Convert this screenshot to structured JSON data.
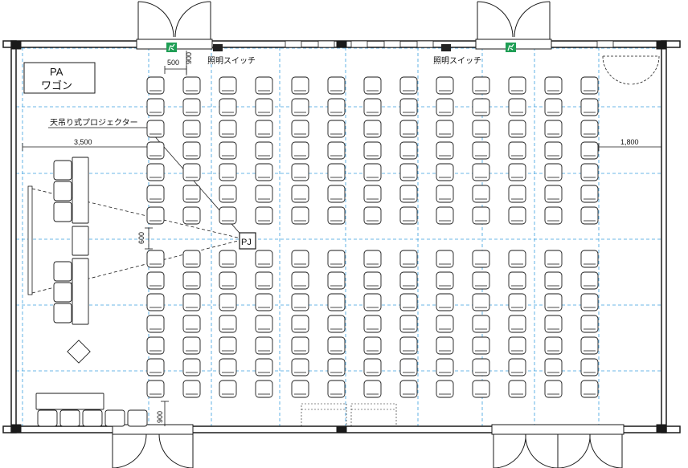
{
  "labels": {
    "pa_line1": "PA",
    "pa_line2": "ワゴン",
    "projector_note": "天吊り式プロジェクター",
    "switch_left": "照明スイッチ",
    "switch_right": "照明スイッチ",
    "pj": "PJ",
    "dim_3500": "3,500",
    "dim_1800": "1,800",
    "dim_500": "500",
    "dim_900_top": "900",
    "dim_600": "600",
    "dim_900_bottom": "900"
  },
  "seating": {
    "column_count": 13,
    "front_block_rows": 7,
    "back_block_rows": 7
  },
  "colors": {
    "wall": "#1a1a1a",
    "grid": "#3ba0e0",
    "exit_sign": "#1f9e55",
    "ink": "#111111"
  },
  "icons": [
    "exit-sign-icon",
    "exit-sign-icon",
    "light-switch-icon",
    "light-switch-icon",
    "door-swing-icon"
  ]
}
